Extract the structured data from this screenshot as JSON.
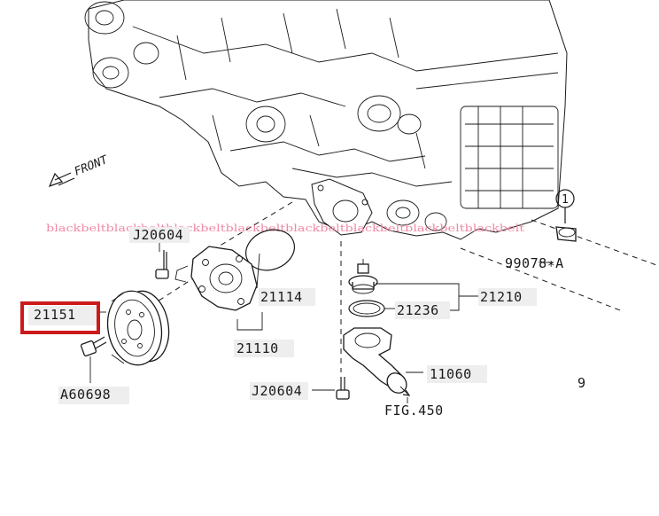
{
  "watermark": "blackbeltblackbeltblackbeltblackbeltblackbeltblackbeltblackbeltblackbelt",
  "front_label": "FRONT",
  "callout_1": "1",
  "highlight_color": "#cc1a1a",
  "parts": {
    "j20604_top": "J20604",
    "p21151": "21151",
    "a60698": "A60698",
    "p21114": "21114",
    "p21110": "21110",
    "p21236": "21236",
    "p21210": "21210",
    "p11060": "11060",
    "j20604_bottom": "J20604",
    "fig450": "FIG.450",
    "p99078": "99078∗A",
    "cutoff": "9"
  }
}
